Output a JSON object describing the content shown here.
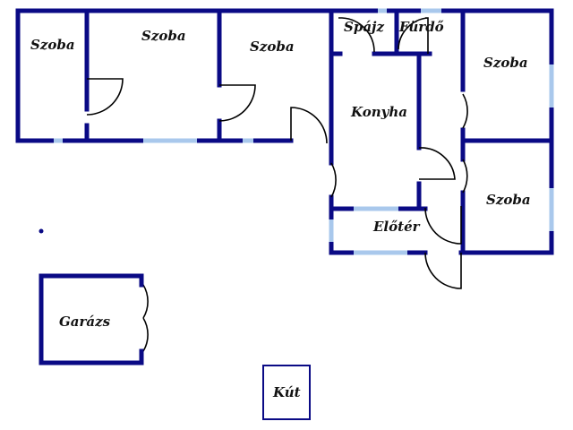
{
  "title": "Floor plan",
  "colors": {
    "wall": "#0a0a85",
    "window": "#a9c8ec",
    "door": "#000000"
  },
  "rooms": {
    "szoba1": "Szoba",
    "szoba2": "Szoba",
    "szoba3": "Szoba",
    "spajz": "Spájz",
    "furdo": "Fürdő",
    "konyha": "Konyha",
    "szoba4": "Szoba",
    "szoba5": "Szoba",
    "eloter": "Előtér",
    "garazs": "Garázs",
    "kut": "Kút"
  }
}
